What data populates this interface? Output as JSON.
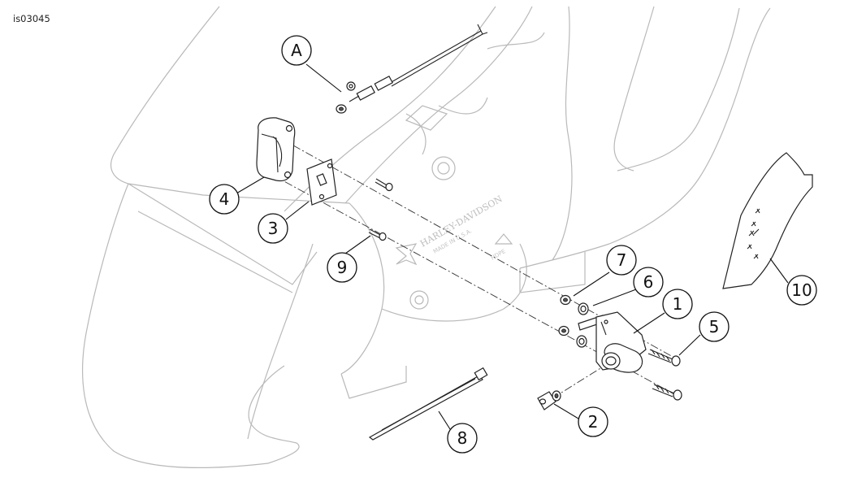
{
  "figure_id": "is03045",
  "embossed_text": {
    "brand": "HARLEY-DAVIDSON",
    "origin": "MADE IN U.S.A.",
    "recycle_code": "HDPE"
  },
  "callouts": [
    "A",
    "1",
    "2",
    "3",
    "4",
    "5",
    "6",
    "7",
    "8",
    "9",
    "10"
  ],
  "colors": {
    "line": "#111111",
    "ghost_outline": "#b9b9b9",
    "background": "#ffffff"
  }
}
